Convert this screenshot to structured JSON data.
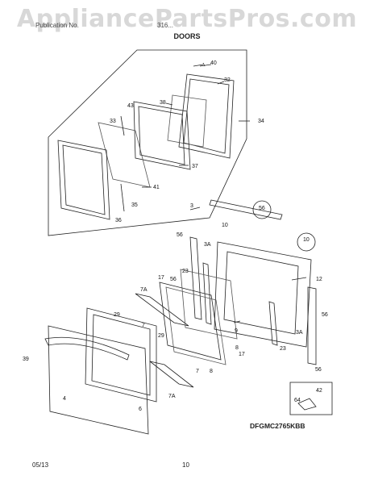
{
  "watermark": "AppliancePartsPros.com",
  "header": {
    "left": "Publication No.",
    "right": "316...",
    "section": "DOORS"
  },
  "model_code": "DFGMC2765KBB",
  "footer": {
    "date": "05/13",
    "page": "10"
  },
  "callouts": {
    "c40": "40",
    "c32": "32",
    "c38": "38",
    "c43": "43",
    "c34": "34",
    "c33": "33",
    "c37": "37",
    "c41": "41",
    "c35": "35",
    "c36": "36",
    "c3": "3",
    "c56a": "56",
    "c10a": "10",
    "c10b": "10",
    "c56b": "56",
    "c3A_1": "3A",
    "c23a": "23",
    "c56c": "56",
    "c12": "12",
    "c7A_1": "7A",
    "c17a": "17",
    "c29a": "29",
    "c7a": "7",
    "c29b": "29",
    "c9": "9",
    "c8a": "8",
    "c17b": "17",
    "c23b": "23",
    "c39": "39",
    "c7b": "7",
    "c8b": "8",
    "c4": "4",
    "c7A_2": "7A",
    "c6": "6",
    "c56d": "56",
    "c3A_2": "3A",
    "c56e": "56",
    "c42": "42",
    "c64": "64"
  }
}
